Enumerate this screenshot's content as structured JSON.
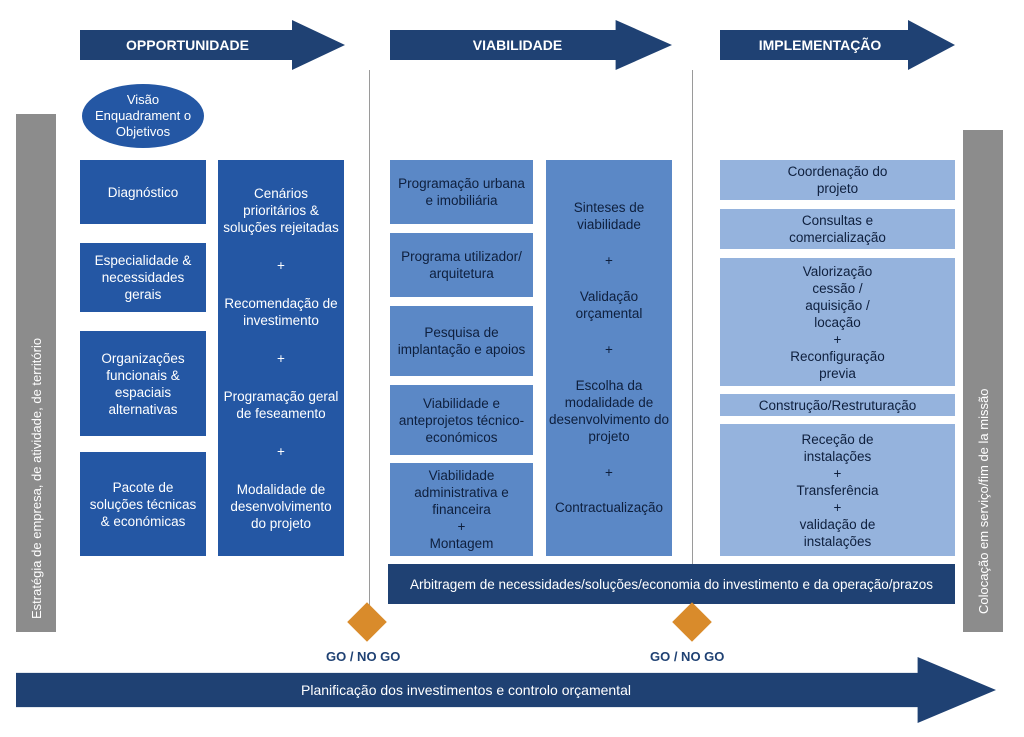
{
  "phases": {
    "opportunity": "OPPORTUNIDADE",
    "viability": "VIABILIDADE",
    "implementation": "IMPLEMENTAÇÃO"
  },
  "left_sidebar": "Estratégia de empresa, de atividade, de território",
  "right_sidebar": "Colocação em serviço/fim de la missão",
  "vision_oval": "Visão Enquadrament o Objetivos",
  "opportunity_boxes": [
    "Diagnóstico",
    "Especialidade & necessidades gerais",
    "Organizações funcionais & espaciais alternativas",
    "Pacote de soluções técnicas & económicas"
  ],
  "opportunity_summary": [
    "Cenários prioritários & soluções rejeitadas",
    "+",
    "Recomendação de investimento",
    "+",
    "Programação geral de feseamento",
    "+",
    "Modalidade de desenvolvimento do projeto"
  ],
  "viability_boxes": [
    "Programação urbana e imobiliária",
    "Programa utilizador/ arquitetura",
    "Pesquisa de implantação e apoios",
    "Viabilidade e anteprojetos técnico-económicos",
    "Viabilidade administrativa e financeira",
    "+",
    "Montagem"
  ],
  "viability_summary": [
    "Sinteses de viabilidade",
    "+",
    "Validação orçamental",
    "+",
    "Escolha da modalidade de desenvolvimento do projeto",
    "+",
    "Contractualização"
  ],
  "implementation_boxes": {
    "coordination": "Coordenação do projeto",
    "consultations": "Consultas e comercialização",
    "valorization": [
      "Valorização cessão / aquisição / locação",
      "+",
      "Reconfiguração previa"
    ],
    "construction": "Construção/Restruturação",
    "reception": [
      "Receção de instalações",
      "+",
      "Transferência",
      "+",
      "validação de instalações"
    ]
  },
  "arbitration_bar": "Arbitragem de necessidades/soluções/economia do investimento e da operação/prazos",
  "go_no_go": [
    "GO / NO GO",
    "GO / NO GO"
  ],
  "bottom_arrow": "Planificação dos investimentos e controlo orçamental",
  "colors": {
    "dark_navy": "#1f4173",
    "medium_blue": "#2457a4",
    "mid_light_blue": "#5b88c6",
    "light_blue": "#95b3dd",
    "gray": "#8c8c8c",
    "orange": "#d98b2b"
  }
}
